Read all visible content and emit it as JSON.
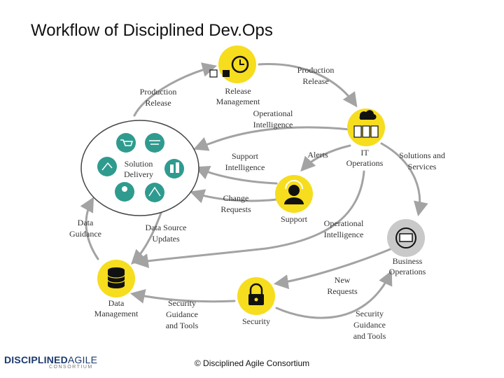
{
  "title": "Workflow of Disciplined Dev.Ops",
  "nodes": {
    "release_management": [
      "Release",
      "Management"
    ],
    "it_operations": [
      "IT",
      "Operations"
    ],
    "support": [
      "Support"
    ],
    "business_operations": [
      "Business",
      "Operations"
    ],
    "security": [
      "Security"
    ],
    "data_management": [
      "Data",
      "Management"
    ],
    "solution_delivery": [
      "Solution",
      "Delivery"
    ]
  },
  "flows": {
    "production_release_right": [
      "Production",
      "Release"
    ],
    "production_release_left": [
      "Production",
      "Release"
    ],
    "operational_intelligence_top": [
      "Operational",
      "Intelligence"
    ],
    "alerts": [
      "Alerts"
    ],
    "solutions_and_services": [
      "Solutions and",
      "Services"
    ],
    "support_intelligence": [
      "Support",
      "Intelligence"
    ],
    "change_requests": [
      "Change",
      "Requests"
    ],
    "operational_intelligence_mid": [
      "Operational",
      "Intelligence"
    ],
    "data_guidance": [
      "Data",
      "Guidance"
    ],
    "data_source_updates": [
      "Data Source",
      "Updates"
    ],
    "new_requests": [
      "New",
      "Requests"
    ],
    "security_guidance_left": [
      "Security",
      "Guidance",
      "and Tools"
    ],
    "security_guidance_right": [
      "Security",
      "Guidance",
      "and Tools"
    ]
  },
  "footer": "© Disciplined Agile Consortium",
  "logo": {
    "main": "DISCIPLINED",
    "accent": "AGILE",
    "sub": "CONSORTIUM"
  },
  "colors": {
    "node_yellow": "#f6dd1e",
    "node_grey": "#c9c9c9",
    "solution_teal": "#2f9b8f",
    "arrow": "#a3a3a3",
    "logo_blue": "#1b3a6e"
  }
}
